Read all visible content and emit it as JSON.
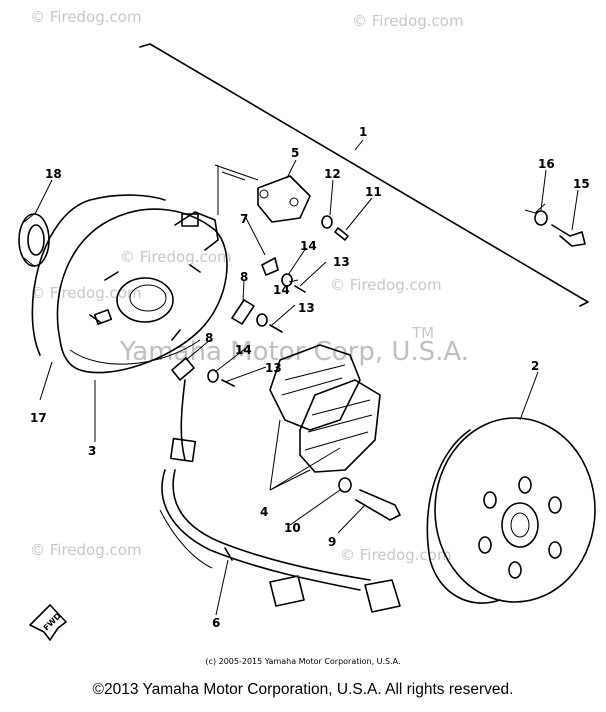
{
  "watermarks": {
    "top_left": "© Firedog.com",
    "top_right": "© Firedog.com",
    "mid_left": "© Firedog.com",
    "mid_right": "© Firedog.com",
    "bottom_left": "© Firedog.com",
    "bottom_right": "© Firedog.com",
    "part_stamp": "© Firedog.com",
    "center_brand": "Yamaha Motor Corp, U.S.A.",
    "trademark": "TM"
  },
  "callouts": {
    "p1": "1",
    "p2": "2",
    "p3": "3",
    "p4": "4",
    "p5": "5",
    "p6": "6",
    "p7": "7",
    "p8a": "8",
    "p8b": "8",
    "p9": "9",
    "p10": "10",
    "p11": "11",
    "p12": "12",
    "p13a": "13",
    "p13b": "13",
    "p13c": "13",
    "p14a": "14",
    "p14b": "14",
    "p14c": "14",
    "p15": "15",
    "p16": "16",
    "p17": "17",
    "p18": "18"
  },
  "fwd_label": "FWD",
  "footer": {
    "small": "(c) 2005-2015 Yamaha Motor Corporation, U.S.A.",
    "main": "©2013 Yamaha Motor Corporation, U.S.A. All rights reserved."
  }
}
